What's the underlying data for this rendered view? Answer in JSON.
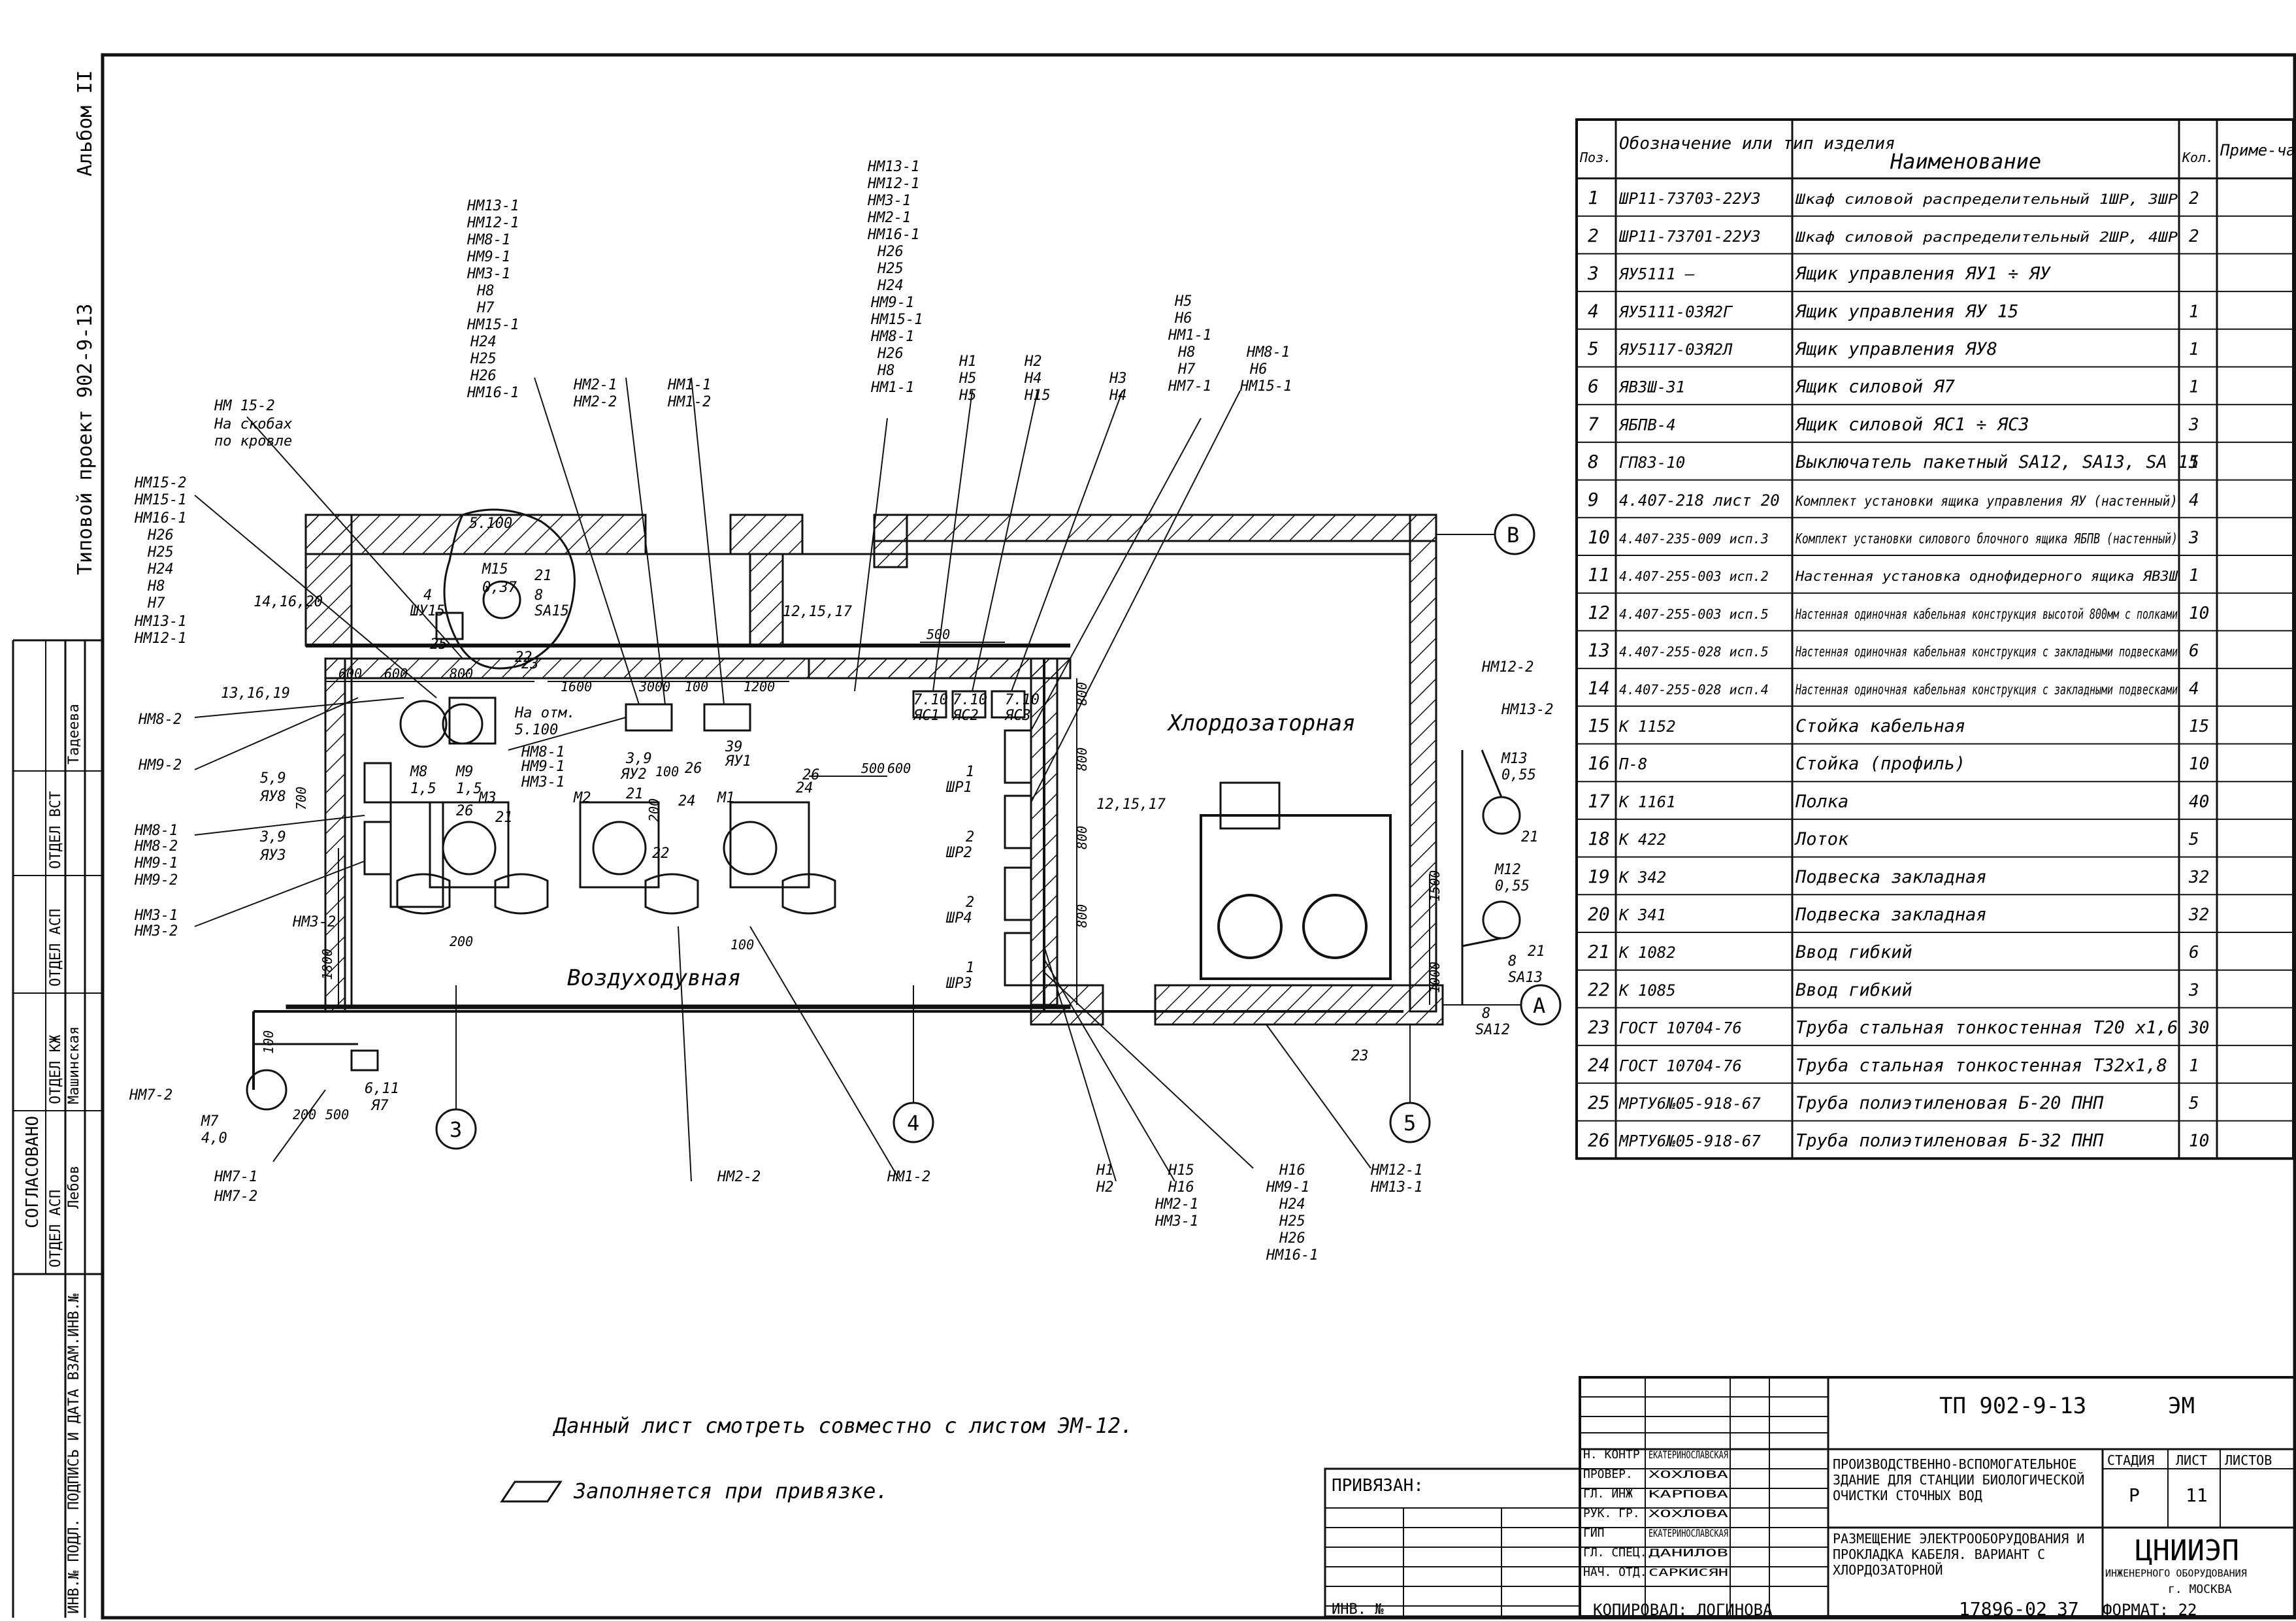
{
  "sheet": {
    "side_album": "Альбом II",
    "side_project": "Типовой проект 902-9-13",
    "side_agreed": "СОГЛАСОВАНО",
    "side_dept_rows": [
      "ОТДЕЛ ВСТ",
      "ОТДЕЛ АСП",
      "ОТДЕЛ КЖ",
      "ОТДЕЛ АСП"
    ],
    "side_names": [
      "Тадеева",
      "Машинская",
      "Лебов"
    ],
    "side_stamp": "ИНВ.№ ПОДЛ. ПОДПИСЬ И ДАТА ВЗАМ.ИНВ.№"
  },
  "rooms": {
    "air": "Воздуходувная",
    "chlor": "Хлордозаторная"
  },
  "axes": [
    "В",
    "А",
    "3",
    "4",
    "5"
  ],
  "labels": [
    {
      "t": "НМ13-1"
    },
    {
      "t": "НМ12-1"
    },
    {
      "t": "НМ8-1"
    },
    {
      "t": "НМ9-1"
    },
    {
      "t": "НМ3-1"
    },
    {
      "t": "Н8"
    },
    {
      "t": "Н7"
    },
    {
      "t": "НМ15-1"
    },
    {
      "t": "Н24"
    },
    {
      "t": "Н25"
    },
    {
      "t": "Н26"
    },
    {
      "t": "НМ16-1"
    },
    {
      "t": "НМ2-1"
    },
    {
      "t": "НМ2-2"
    },
    {
      "t": "НМ1-1"
    },
    {
      "t": "НМ1-2"
    },
    {
      "t": "НМ13-1"
    },
    {
      "t": "НМ12-1"
    },
    {
      "t": "НМ3-1"
    },
    {
      "t": "НМ2-1"
    },
    {
      "t": "НМ16-1"
    },
    {
      "t": "Н26"
    },
    {
      "t": "Н25"
    },
    {
      "t": "Н24"
    },
    {
      "t": "НМ9-1"
    },
    {
      "t": "НМ15-1"
    },
    {
      "t": "НМ8-1"
    },
    {
      "t": "Н26"
    },
    {
      "t": "Н8"
    },
    {
      "t": "НМ1-1"
    },
    {
      "t": "Н1"
    },
    {
      "t": "Н5"
    },
    {
      "t": "Н5"
    },
    {
      "t": "Н2"
    },
    {
      "t": "Н4"
    },
    {
      "t": "Н15"
    },
    {
      "t": "Н3"
    },
    {
      "t": "Н4"
    },
    {
      "t": "Н5"
    },
    {
      "t": "Н6"
    },
    {
      "t": "НМ1-1"
    },
    {
      "t": "Н8"
    },
    {
      "t": "Н7"
    },
    {
      "t": "НМ7-1"
    },
    {
      "t": "НМ8-1"
    },
    {
      "t": "Н6"
    },
    {
      "t": "НМ15-1"
    },
    {
      "t": "НМ 15-2"
    },
    {
      "t": "На скобах"
    },
    {
      "t": "по кровле"
    },
    {
      "t": "НМ15-2"
    },
    {
      "t": "НМ15-1"
    },
    {
      "t": "НМ16-1"
    },
    {
      "t": "Н26"
    },
    {
      "t": "Н25"
    },
    {
      "t": "Н24"
    },
    {
      "t": "Н8"
    },
    {
      "t": "Н7"
    },
    {
      "t": "НМ13-1"
    },
    {
      "t": "НМ12-1"
    },
    {
      "t": "14,16,20"
    },
    {
      "t": "13,16,19"
    },
    {
      "t": "НМ8-2"
    },
    {
      "t": "НМ9-2"
    },
    {
      "t": "НМ8-1"
    },
    {
      "t": "НМ8-2"
    },
    {
      "t": "НМ9-1"
    },
    {
      "t": "НМ9-2"
    },
    {
      "t": "НМ3-1"
    },
    {
      "t": "НМ3-2"
    },
    {
      "t": "НМ3-2"
    },
    {
      "t": "5,9"
    },
    {
      "t": "ЯУ8"
    },
    {
      "t": "3,9"
    },
    {
      "t": "ЯУ3"
    },
    {
      "t": "М15"
    },
    {
      "t": "0,37"
    },
    {
      "t": "5.100"
    },
    {
      "t": "4"
    },
    {
      "t": "ШУ15"
    },
    {
      "t": "21"
    },
    {
      "t": "8"
    },
    {
      "t": "SA15"
    },
    {
      "t": "На отм."
    },
    {
      "t": "5.100"
    },
    {
      "t": "НМ8-1"
    },
    {
      "t": "НМ9-1"
    },
    {
      "t": "НМ3-1"
    },
    {
      "t": "М8"
    },
    {
      "t": "1,5"
    },
    {
      "t": "М9"
    },
    {
      "t": "1,5"
    },
    {
      "t": "М3"
    },
    {
      "t": "М2"
    },
    {
      "t": "М1"
    },
    {
      "t": "3,9"
    },
    {
      "t": "ЯУ2"
    },
    {
      "t": "39"
    },
    {
      "t": "ЯУ1"
    },
    {
      "t": "12,15,17"
    },
    {
      "t": "12,15,17"
    },
    {
      "t": "7.10"
    },
    {
      "t": "ЯС1"
    },
    {
      "t": "7.10"
    },
    {
      "t": "ЯС2"
    },
    {
      "t": "7.10"
    },
    {
      "t": "ЯС3"
    },
    {
      "t": "1"
    },
    {
      "t": "ШР1"
    },
    {
      "t": "2"
    },
    {
      "t": "ШР2"
    },
    {
      "t": "2"
    },
    {
      "t": "ШР4"
    },
    {
      "t": "1"
    },
    {
      "t": "ШР3"
    },
    {
      "t": "НМ12-2"
    },
    {
      "t": "НМ13-2"
    },
    {
      "t": "М13"
    },
    {
      "t": "0,55"
    },
    {
      "t": "М12"
    },
    {
      "t": "0,55"
    },
    {
      "t": "8"
    },
    {
      "t": "SA13"
    },
    {
      "t": "8"
    },
    {
      "t": "SA12"
    },
    {
      "t": "НМ7-2"
    },
    {
      "t": "М7"
    },
    {
      "t": "4,0"
    },
    {
      "t": "6,11"
    },
    {
      "t": "Я7"
    },
    {
      "t": "НМ7-1"
    },
    {
      "t": "НМ7-2"
    },
    {
      "t": "НМ2-2"
    },
    {
      "t": "НМ1-2"
    },
    {
      "t": "Н1"
    },
    {
      "t": "Н2"
    },
    {
      "t": "Н15"
    },
    {
      "t": "Н16"
    },
    {
      "t": "НМ2-1"
    },
    {
      "t": "НМ3-1"
    },
    {
      "t": "Н16"
    },
    {
      "t": "НМ9-1"
    },
    {
      "t": "Н24"
    },
    {
      "t": "Н25"
    },
    {
      "t": "Н26"
    },
    {
      "t": "НМ16-1"
    },
    {
      "t": "НМ12-1"
    },
    {
      "t": "НМ13-1"
    },
    {
      "t": "21"
    },
    {
      "t": "21"
    },
    {
      "t": "22"
    },
    {
      "t": "22"
    },
    {
      "t": "23"
    },
    {
      "t": "23"
    },
    {
      "t": "24"
    },
    {
      "t": "24"
    },
    {
      "t": "25"
    },
    {
      "t": "26"
    },
    {
      "t": "26"
    },
    {
      "t": "26"
    },
    {
      "t": "21"
    },
    {
      "t": "21"
    }
  ],
  "dims": [
    "600",
    "600",
    "800",
    "1600",
    "3000",
    "100",
    "1200",
    "500",
    "500",
    "600",
    "800",
    "800",
    "800",
    "800",
    "1500",
    "1000",
    "1800",
    "700",
    "200",
    "200",
    "100",
    "100",
    "100",
    "200",
    "500"
  ],
  "spec": {
    "headers": [
      "Поз.",
      "Обозначение или тип изделия",
      "Наименование",
      "Кол.",
      "Приме-чание"
    ],
    "rows": [
      [
        "1",
        "ШР11-73703-22У3",
        "Шкаф силовой распределительный 1ШР, 3ШР",
        "2",
        ""
      ],
      [
        "2",
        "ШР11-73701-22У3",
        "Шкаф силовой распределительный 2ШР, 4ШР",
        "2",
        ""
      ],
      [
        "3",
        "ЯУ5111 –",
        "Ящик управления ЯУ1 ÷ ЯУ",
        "",
        ""
      ],
      [
        "4",
        "ЯУ5111-03Я2Г",
        "Ящик управления ЯУ 15",
        "1",
        ""
      ],
      [
        "5",
        "ЯУ5117-03Я2Л",
        "Ящик управления ЯУ8",
        "1",
        ""
      ],
      [
        "6",
        "ЯВ3Ш-31",
        "Ящик силовой Я7",
        "1",
        ""
      ],
      [
        "7",
        "ЯБПВ-4",
        "Ящик силовой ЯС1 ÷ ЯС3",
        "3",
        ""
      ],
      [
        "8",
        "ГП83-10",
        "Выключатель пакетный SA12, SA13, SA 15",
        "1",
        ""
      ],
      [
        "9",
        "4.407-218 лист 20",
        "Комплект установки ящика управления ЯУ (настенный)",
        "4",
        ""
      ],
      [
        "10",
        "4.407-235-009 исп.3",
        "Комплект установки силового блочного ящика ЯБПВ (настенный)",
        "3",
        ""
      ],
      [
        "11",
        "4.407-255-003 исп.2",
        "Настенная установка однофидерного ящика ЯВ3Ш",
        "1",
        ""
      ],
      [
        "12",
        "4.407-255-003 исп.5",
        "Настенная одиночная кабельная конструкция высотой 800мм с полками",
        "10",
        ""
      ],
      [
        "13",
        "4.407-255-028 исп.5",
        "Настенная одиночная кабельная конструкция с закладными подвесками",
        "6",
        ""
      ],
      [
        "14",
        "4.407-255-028 исп.4",
        "Настенная одиночная кабельная конструкция с закладными подвесками",
        "4",
        ""
      ],
      [
        "15",
        "К 1152",
        "Стойка кабельная",
        "15",
        ""
      ],
      [
        "16",
        "П-8",
        "Стойка (профиль)",
        "10",
        ""
      ],
      [
        "17",
        "К 1161",
        "Полка",
        "40",
        ""
      ],
      [
        "18",
        "К 422",
        "Лоток",
        "5",
        ""
      ],
      [
        "19",
        "К 342",
        "Подвеска закладная",
        "32",
        ""
      ],
      [
        "20",
        "К 341",
        "Подвеска закладная",
        "32",
        ""
      ],
      [
        "21",
        "К 1082",
        "Ввод гибкий",
        "6",
        ""
      ],
      [
        "22",
        "К 1085",
        "Ввод гибкий",
        "3",
        ""
      ],
      [
        "23",
        "ГОСТ 10704-76",
        "Труба стальная тонкостенная Т20 х1,6",
        "30",
        ""
      ],
      [
        "24",
        "ГОСТ 10704-76",
        "Труба стальная тонкостенная Т32х1,8",
        "1",
        ""
      ],
      [
        "25",
        "МРТУ6№05-918-67",
        "Труба полиэтиленовая Б-20 ПНП",
        "5",
        ""
      ],
      [
        "26",
        "МРТУ6№05-918-67",
        "Труба полиэтиленовая Б-32 ПНП",
        "10",
        ""
      ]
    ]
  },
  "notes": {
    "note1": "Данный лист смотреть совместно с листом ЭМ-12.",
    "note2": "Заполняется при привязке."
  },
  "title_block": {
    "code": "ТП 902-9-13",
    "sheet_mark": "ЭМ",
    "linked": "ПРИВЯЗАН:",
    "inv": "ИНВ. №",
    "roles": [
      "Н. КОНТР",
      "ПРОВЕР.",
      "ГЛ. ИНЖ",
      "РУК. ГР.",
      "ГИП",
      "ГЛ. СПЕЦ.",
      "НАЧ. ОТД."
    ],
    "names": [
      "ЕКАТЕРИНОСЛАВСКАЯ",
      "ХОХЛОВА",
      "КАРПОВА",
      "ХОХЛОВА",
      "ЕКАТЕРИНОСЛАВСКАЯ",
      "ДАНИЛОВ",
      "САРКИСЯН"
    ],
    "object": "ПРОИЗВОДСТВЕННО-ВСПОМОГАТЕЛЬНОЕ ЗДАНИЕ ДЛЯ СТАНЦИИ БИОЛОГИЧЕСКОЙ ОЧИСТКИ СТОЧНЫХ ВОД",
    "title": "РАЗМЕЩЕНИЕ ЭЛЕКТРООБОРУДОВАНИЯ И ПРОКЛАДКА КАБЕЛЯ. ВАРИАНТ С ХЛОРДОЗАТОРНОЙ",
    "stage_label": "СТАДИЯ",
    "sheet_label": "ЛИСТ",
    "sheets_label": "ЛИСТОВ",
    "stage": "Р",
    "sheet": "11",
    "org": "ЦНИИЭП",
    "org_sub": "ИНЖЕНЕРНОГО ОБОРУДОВАНИЯ",
    "city": "г. МОСКВА",
    "copied": "КОПИРОВАЛ: ЛОГИНОВА",
    "doc_no": "17896-02",
    "doc_sheet": "37",
    "format": "ФОРМАТ: 22"
  }
}
